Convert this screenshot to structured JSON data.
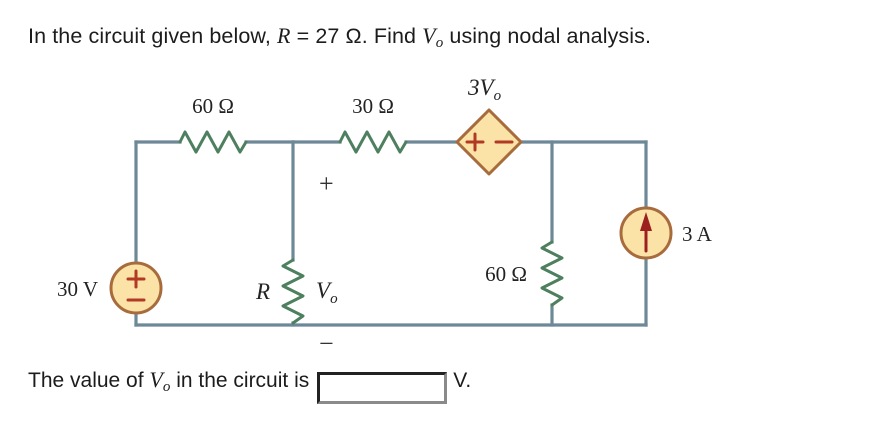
{
  "question": {
    "prefix": "In the circuit given below, ",
    "resistor_symbol": "R",
    "resistor_value": " = 27 Ω. Find ",
    "target_var": "V",
    "target_sub": "o",
    "suffix": " using nodal analysis."
  },
  "circuit": {
    "title": "dc-circuit-nodal-analysis",
    "colors": {
      "wire": "#6d8896",
      "resistor": "#4e8060",
      "source_fill": "#fbe3a8",
      "source_stroke": "#a86b3c",
      "polarity": "#b23a24",
      "arrow": "#9e1f1f",
      "text": "#232323"
    },
    "components": [
      {
        "id": "source-30v",
        "type": "independent-voltage-source",
        "label": "30 V",
        "plus": "+",
        "minus": "−",
        "position": "left-branch"
      },
      {
        "id": "resistor-60-top",
        "type": "resistor",
        "label": "60 Ω",
        "position": "top-left-horizontal"
      },
      {
        "id": "resistor-30-top",
        "type": "resistor",
        "label": "30 Ω",
        "position": "top-middle-horizontal"
      },
      {
        "id": "resistor-R",
        "type": "resistor",
        "label": "R",
        "voltage_var": "V",
        "voltage_sub": "o",
        "plus": "+",
        "minus": "−",
        "position": "middle-vertical"
      },
      {
        "id": "source-3vo",
        "type": "dependent-voltage-source",
        "label_coeff": "3",
        "label_var": "V",
        "label_sub": "o",
        "plus": "+",
        "minus": "−",
        "position": "top-right-horizontal"
      },
      {
        "id": "resistor-60-right",
        "type": "resistor",
        "label": "60 Ω",
        "position": "right-vertical"
      },
      {
        "id": "source-3a",
        "type": "independent-current-source",
        "label": "3 A",
        "direction": "up",
        "position": "far-right-vertical"
      }
    ]
  },
  "answer": {
    "prefix": "The value of  ",
    "var": "V",
    "sub": "o",
    "middle": " in the circuit is",
    "input_value": "",
    "input_placeholder": "",
    "unit": "V."
  }
}
